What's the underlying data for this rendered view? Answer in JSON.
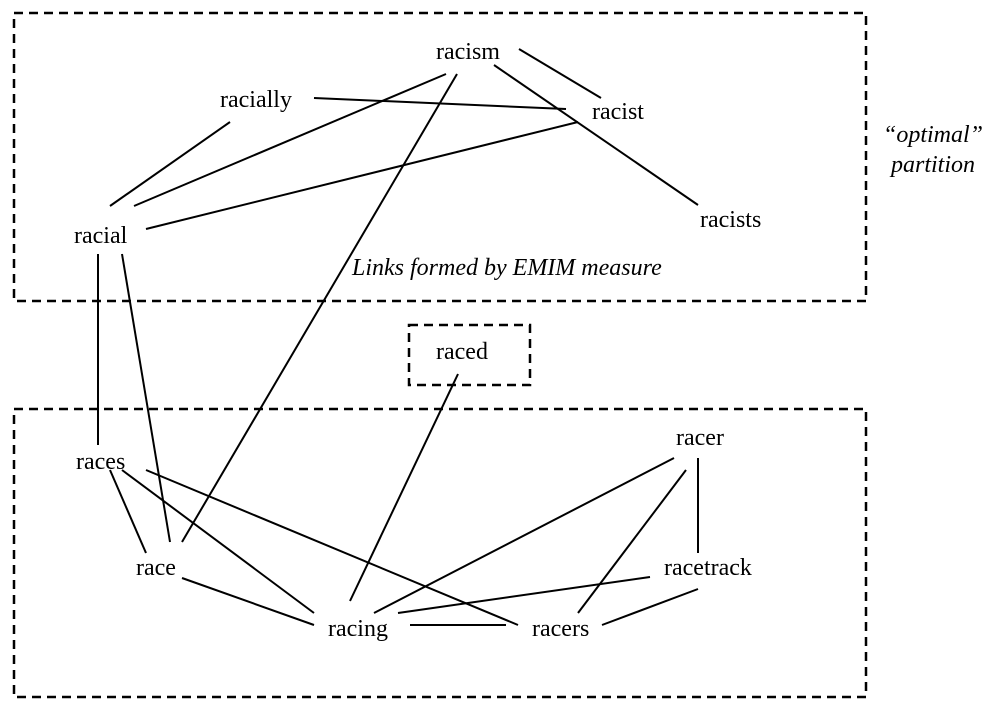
{
  "diagram": {
    "type": "word-graph-partition",
    "caption": "Links formed by EMIM measure",
    "side_label": {
      "line1": "“optimal”",
      "line2": "partition"
    },
    "partitions": [
      {
        "id": "group-racism",
        "members": [
          "racism",
          "racially",
          "racist",
          "racial",
          "racists"
        ]
      },
      {
        "id": "group-raced",
        "members": [
          "raced"
        ]
      },
      {
        "id": "group-race",
        "members": [
          "races",
          "race",
          "racing",
          "racer",
          "racetrack",
          "racers"
        ]
      }
    ],
    "nodes": {
      "racism": "racism",
      "racially": "racially",
      "racist": "racist",
      "racial": "racial",
      "racists": "racists",
      "raced": "raced",
      "races": "races",
      "race": "race",
      "racing": "racing",
      "racer": "racer",
      "racetrack": "racetrack",
      "racers": "racers"
    },
    "edges": [
      [
        "racism",
        "racist"
      ],
      [
        "racism",
        "racists"
      ],
      [
        "racially",
        "racist"
      ],
      [
        "racially",
        "racial"
      ],
      [
        "racism",
        "racial"
      ],
      [
        "racist",
        "racial"
      ],
      [
        "racism",
        "race"
      ],
      [
        "racial",
        "races"
      ],
      [
        "racial",
        "race"
      ],
      [
        "raced",
        "racing"
      ],
      [
        "races",
        "race"
      ],
      [
        "races",
        "racing"
      ],
      [
        "races",
        "racers"
      ],
      [
        "race",
        "racing"
      ],
      [
        "racing",
        "racer"
      ],
      [
        "racing",
        "racetrack"
      ],
      [
        "racing",
        "racers"
      ],
      [
        "racer",
        "racers"
      ],
      [
        "racer",
        "racetrack"
      ],
      [
        "racetrack",
        "racers"
      ]
    ]
  }
}
